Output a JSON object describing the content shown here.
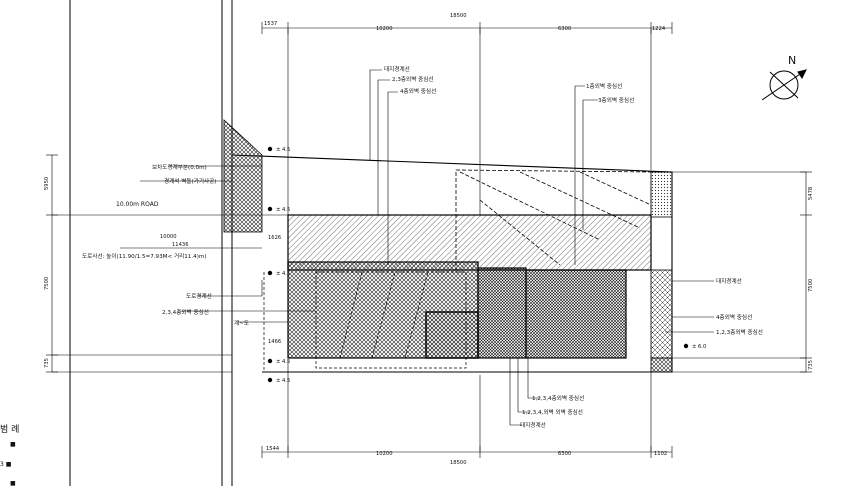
{
  "dimensions": {
    "top_left": "1537",
    "top_mid_left": "10200",
    "top_total": "18500",
    "top_mid_right": "6300",
    "top_right": "1224",
    "bottom_left": "1544",
    "bottom_mid_left": "10200",
    "bottom_total": "18500",
    "bottom_mid_right": "6300",
    "bottom_right": "1102",
    "left_upper": "5950",
    "left_mid": "7500",
    "left_low": "735",
    "right_upper": "5478",
    "right_mid": "7500",
    "right_low": "735",
    "small_1": "1626",
    "small_2": "1466",
    "road_10000": "10000",
    "road_11436": "11436"
  },
  "levels": {
    "a": "± 4.5",
    "b": "± 4.5",
    "c": "± 4.5",
    "d": "± 4.5",
    "e": "± 4.5",
    "f": "± 6.0"
  },
  "labels": {
    "site_boundary_top": "대지경계선",
    "floor_23_wall": "2,3층외벽 중심선",
    "floor_4_wall": "4층외벽 중심선",
    "floor_1_wall": "1층외벽 중심선",
    "floor_3_wall": "3층외벽 중심선",
    "sidewalk": "보차도경계부분(0.0m)",
    "building_line": "경계석 벽돌(가기사공)",
    "road": "10.00m ROAD",
    "road_slope": "도로사선: 높이(11.90/1.5=7.93M< 거리11.4)m)",
    "road_boundary": "도로경계선",
    "floor_234_wall": "2,3,4층외벽 중심선",
    "stair": "계~도",
    "site_boundary_right": "대지경계선",
    "floor_4_wall_right": "4층외벽 중심선",
    "floor_123_wall_right": "1,2,3층외벽 중심선",
    "floor_1234_bottom_a": "1,2,3,4층외벽 중심선",
    "floor_1234_bottom_b": "1,2,3,4,외벽 외벽 중심선",
    "site_boundary_bottom": "대지경계선",
    "north": "N"
  },
  "legend": {
    "title": "범 례",
    "items": [
      "■",
      "3 ■",
      "■"
    ]
  }
}
